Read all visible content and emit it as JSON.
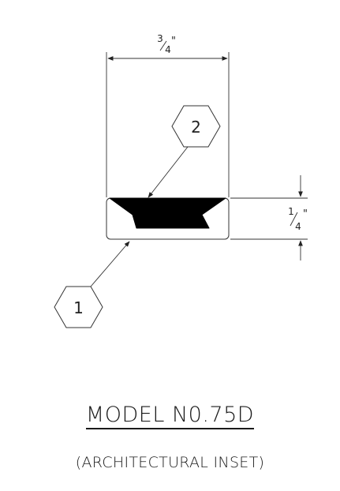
{
  "dimensions": {
    "width_label": {
      "numerator": "3",
      "denominator": "4",
      "unit": "\""
    },
    "height_label": {
      "numerator": "1",
      "denominator": "4",
      "unit": "\""
    }
  },
  "callouts": [
    {
      "id": "callout-1",
      "label": "1"
    },
    {
      "id": "callout-2",
      "label": "2"
    }
  ],
  "title": "MODEL N0.75D",
  "subtitle": "(ARCHITECTURAL INSET)"
}
